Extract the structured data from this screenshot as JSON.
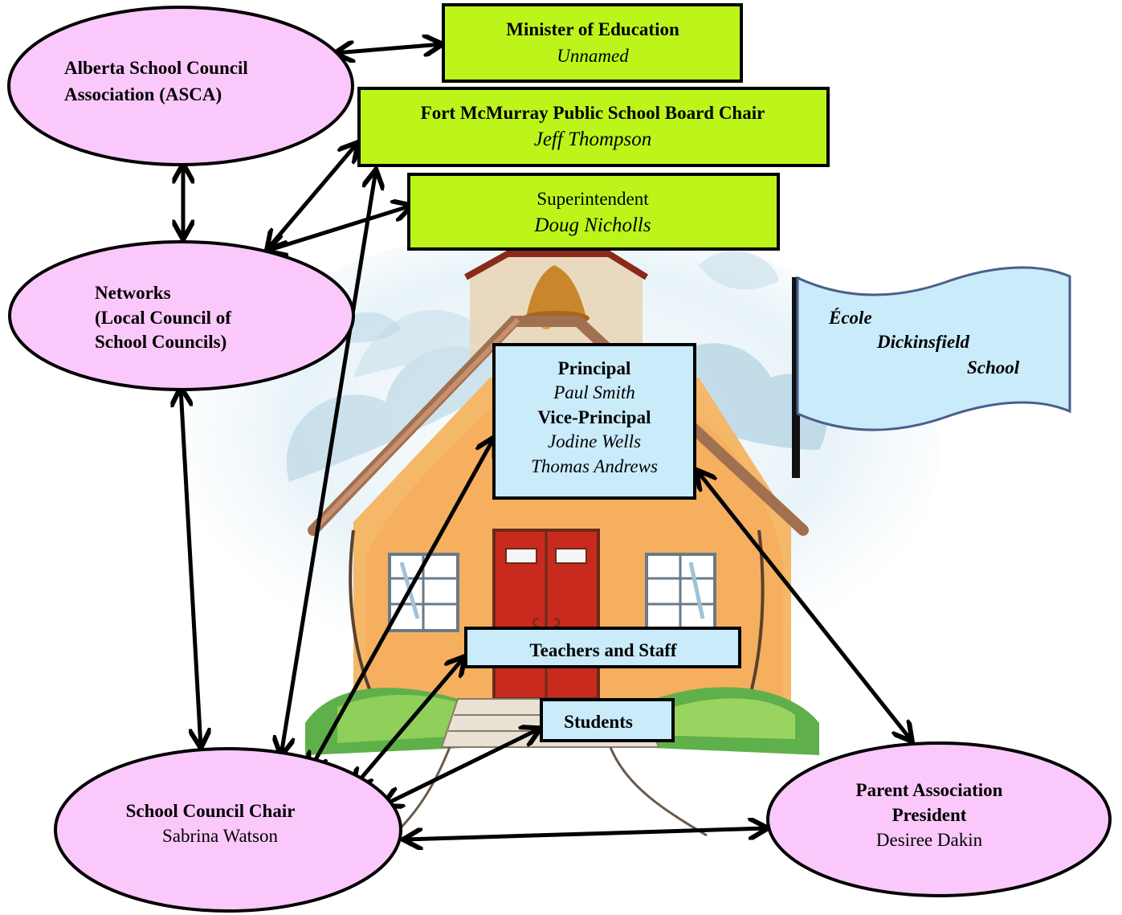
{
  "nodes": {
    "asca": {
      "line1": "Alberta School Council",
      "line2": "Association (ASCA)"
    },
    "minister": {
      "title": "Minister of Education",
      "name": "Unnamed"
    },
    "board_chair": {
      "title": "Fort McMurray Public School Board Chair",
      "name": "Jeff Thompson"
    },
    "superintendent": {
      "title": "Superintendent",
      "name": "Doug Nicholls"
    },
    "networks": {
      "line1": "Networks",
      "line2": "(Local Council of",
      "line3": "School Councils)"
    },
    "principal": {
      "title": "Principal",
      "name": "Paul Smith",
      "vp_title": "Vice-Principal",
      "vp1": "Jodine Wells",
      "vp2": "Thomas Andrews"
    },
    "flag": {
      "line1": "École",
      "line2": "Dickinsfield",
      "line3": "School"
    },
    "teachers": {
      "label": "Teachers and Staff"
    },
    "students": {
      "label": "Students"
    },
    "council_chair": {
      "title": "School Council Chair",
      "name": "Sabrina Watson"
    },
    "parent_assoc": {
      "line1": "Parent Association",
      "line2": "President",
      "name": "Desiree Dakin"
    }
  },
  "colors": {
    "ellipse_fill": "#fbc8fb",
    "green_box": "#bdf51b",
    "blue_box": "#c9ebfa",
    "flag_fill": "#c9ebfa",
    "flag_stroke": "#4a5f8a"
  }
}
